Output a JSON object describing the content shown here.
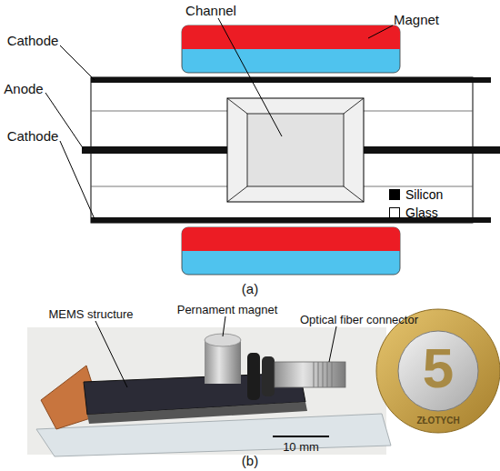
{
  "diagram": {
    "labels": [
      "Channel",
      "Magnet",
      "Cathode",
      "Anode",
      "Cathode",
      "(a)",
      "MEMS structure",
      "Pernament magnet",
      "Optical fiber connector",
      "10 mm",
      "5",
      "ZŁOTYCH",
      "(b)"
    ],
    "legend": [
      {
        "text": "Silicon",
        "color": "#000000"
      },
      {
        "text": "Glass",
        "color": "#ffffff"
      }
    ]
  }
}
